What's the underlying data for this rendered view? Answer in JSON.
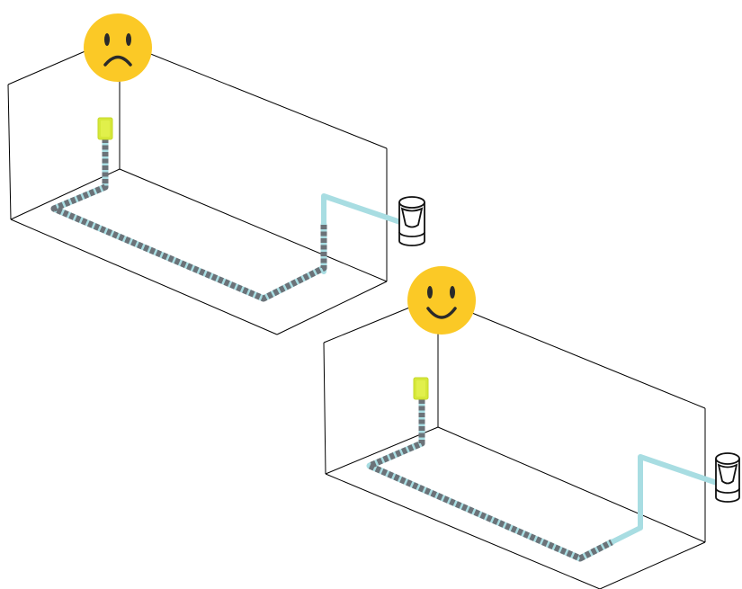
{
  "colors": {
    "box_edge": "#000000",
    "cable_grey": "#6b7278",
    "cable_light_blue": "#a8dde2",
    "sensor_yellow": "#d6e83a",
    "emoji_yellow": "#fbc926",
    "emoji_feature": "#2a2a2a",
    "connector_outline": "#111111",
    "background": "#ffffff"
  },
  "scenes": [
    {
      "name": "bad-routing",
      "emoji": "sad-face-icon",
      "shielded_path": "grey-dashed-cable-along-box-floor",
      "exposed_path": "light-blue-cable-rising-inside-box-to-connector"
    },
    {
      "name": "good-routing",
      "emoji": "happy-face-icon",
      "shielded_path": "grey-dashed-cable-along-box-floor",
      "exposed_path": "light-blue-cable-outside-box-to-connector"
    }
  ],
  "icons": {
    "sensor": "sensor-icon",
    "connector": "connector-icon"
  }
}
